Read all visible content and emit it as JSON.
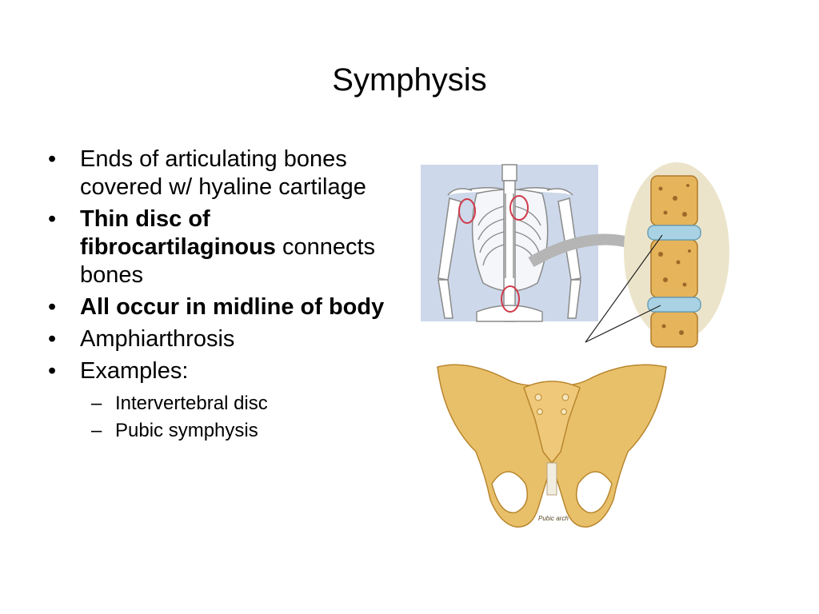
{
  "slide": {
    "title": "Symphysis",
    "bullets": [
      {
        "text": "Ends of articulating bones covered w/ hyaline cartilage"
      },
      {
        "bold": "Thin disc of fibrocartilaginous",
        "text": " connects bones"
      },
      {
        "bold": "All occur in midline of body"
      },
      {
        "text": "Amphiarthrosis"
      },
      {
        "text": "Examples:"
      }
    ],
    "examples": [
      "Intervertebral disc",
      "Pubic symphysis"
    ]
  },
  "figure": {
    "pelvis_label": "Pubic arch"
  }
}
